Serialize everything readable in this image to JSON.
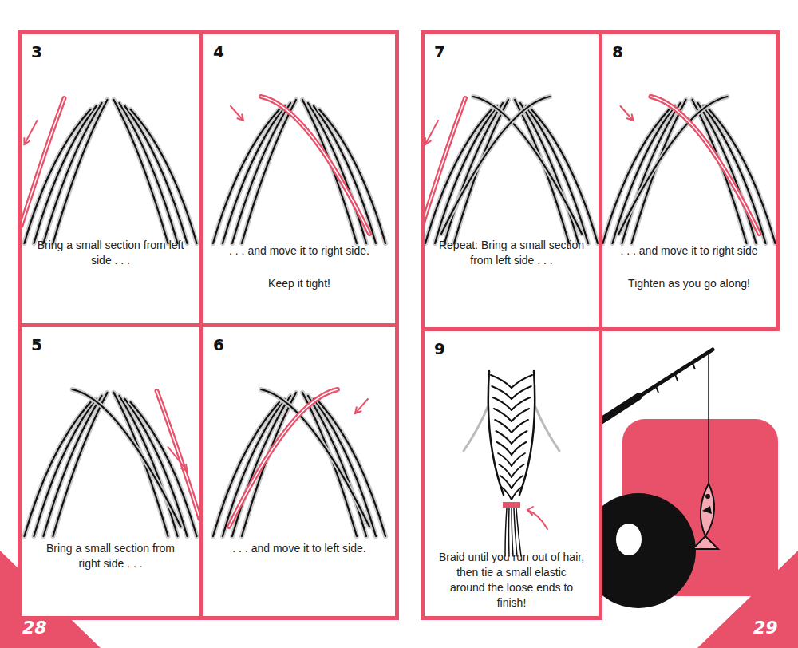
{
  "diagram": {
    "nodes": [
      {
        "text": [
          "3",
          "Bring a small section from left side . . ."
        ]
      },
      {
        "text": [
          "4",
          ". . . and move it to right side.",
          "Keep it tight!"
        ]
      },
      {
        "text": [
          "5",
          "Bring a small section from right side . . ."
        ]
      },
      {
        "text": [
          "6",
          ". . . and move it to left side."
        ]
      },
      {
        "text": [
          "7",
          "Repeat: Bring a small section from left side . . ."
        ]
      },
      {
        "text": [
          "8",
          ". . . and move it to right side",
          "Tighten as you go along!"
        ]
      },
      {
        "text": [
          "9",
          "Braid until you run out of hair, then tie a small elastic around the loose ends to finish!"
        ]
      }
    ],
    "labels": [
      "28",
      "29"
    ]
  }
}
